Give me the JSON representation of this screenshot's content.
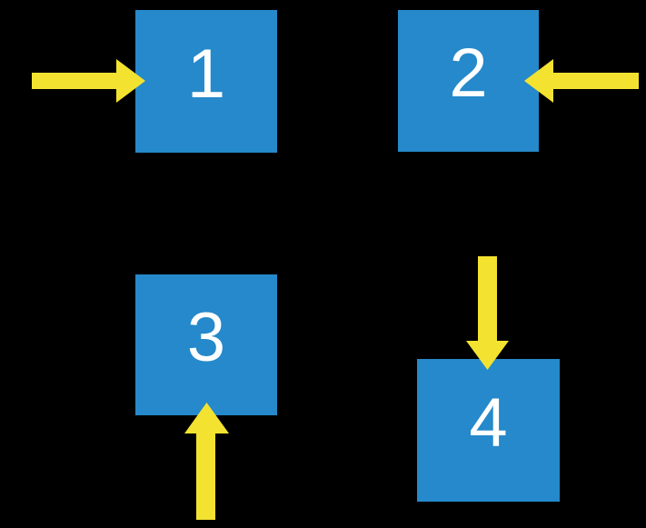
{
  "diagram": {
    "background_color": "#000000",
    "box_color": "#2589CB",
    "arrow_color": "#F3E330",
    "label_color": "#FFFFFF",
    "boxes": [
      {
        "label": "1",
        "arrow_direction": "right",
        "arrow_enters_from": "left"
      },
      {
        "label": "2",
        "arrow_direction": "left",
        "arrow_enters_from": "right"
      },
      {
        "label": "3",
        "arrow_direction": "up",
        "arrow_enters_from": "bottom"
      },
      {
        "label": "4",
        "arrow_direction": "down",
        "arrow_enters_from": "top"
      }
    ]
  }
}
